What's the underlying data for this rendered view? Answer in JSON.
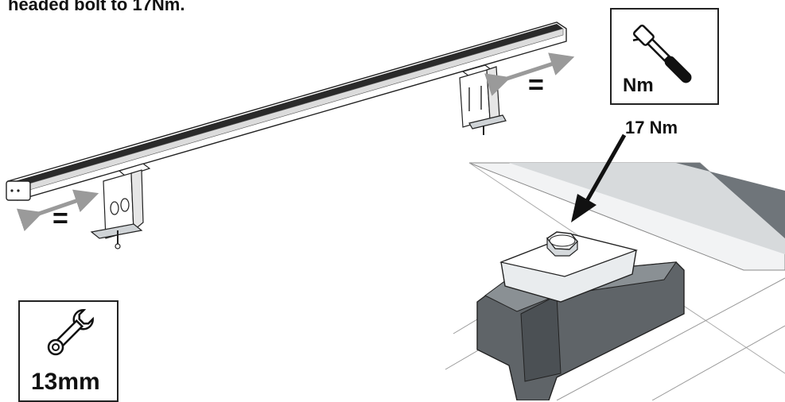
{
  "instruction": {
    "text": "headed bolt to 17Nm."
  },
  "torque_tool": {
    "icon": "torque-wrench-icon",
    "unit_label": "Nm"
  },
  "torque_callout": {
    "value": "17 Nm"
  },
  "wrench_tool": {
    "icon": "spanner-icon",
    "size_label": "13mm"
  },
  "spacing_marks": {
    "left": "=",
    "right": "="
  },
  "colors": {
    "ink": "#111111",
    "arrow_grey": "#9a9a9a",
    "rail_dark": "#5f6468",
    "clamp_light": "#e9ecee"
  }
}
